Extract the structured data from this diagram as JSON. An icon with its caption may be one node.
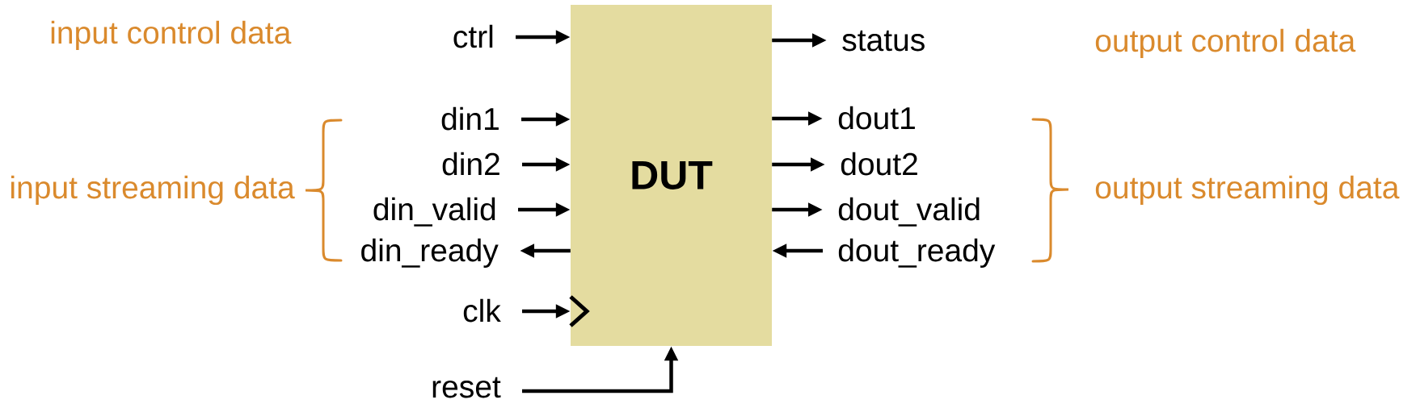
{
  "diagram": {
    "nodes": [
      {
        "text": [
          "DUT"
        ]
      },
      {
        "text": [
          "ctrl"
        ]
      },
      {
        "text": [
          "din1"
        ]
      },
      {
        "text": [
          "din2"
        ]
      },
      {
        "text": [
          "din_valid"
        ]
      },
      {
        "text": [
          "din_ready"
        ]
      },
      {
        "text": [
          "clk"
        ]
      },
      {
        "text": [
          "reset"
        ]
      },
      {
        "text": [
          "status"
        ]
      },
      {
        "text": [
          "dout1"
        ]
      },
      {
        "text": [
          "dout2"
        ]
      },
      {
        "text": [
          "dout_valid"
        ]
      },
      {
        "text": [
          "dout_ready"
        ]
      }
    ],
    "edges": [
      {
        "from": 1,
        "to": 0,
        "arrow": "to"
      },
      {
        "from": 2,
        "to": 0,
        "arrow": "to"
      },
      {
        "from": 3,
        "to": 0,
        "arrow": "to"
      },
      {
        "from": 4,
        "to": 0,
        "arrow": "to"
      },
      {
        "from": 0,
        "to": 5,
        "arrow": "to"
      },
      {
        "from": 6,
        "to": 0,
        "arrow": "to"
      },
      {
        "from": 7,
        "to": 0,
        "arrow": "to"
      },
      {
        "from": 0,
        "to": 8,
        "arrow": "to"
      },
      {
        "from": 0,
        "to": 9,
        "arrow": "to"
      },
      {
        "from": 0,
        "to": 10,
        "arrow": "to"
      },
      {
        "from": 0,
        "to": 11,
        "arrow": "to"
      },
      {
        "from": 12,
        "to": 0,
        "arrow": "to"
      }
    ],
    "labels": [
      "input control data",
      "output control data",
      "input streaming data",
      "output streaming data"
    ]
  }
}
